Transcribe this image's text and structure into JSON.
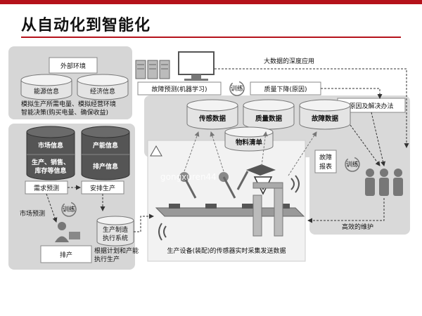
{
  "title": "从自动化到智能化",
  "labels": {
    "external_env": "外部环境",
    "energy_info": "能源信息",
    "economic_info": "经济信息",
    "sim_line1": "模拟生产所需电量、模拟经营环境",
    "sim_line2": "智能决策(购买电量、确保收益)",
    "market_info": "市场信息",
    "production_info": "产能信息",
    "sales_info_1": "生产、销售、",
    "sales_info_2": "库存等信息",
    "schedule_info": "排产信息",
    "demand_forecast": "需求预测",
    "arrange_production": "安排生产",
    "market_forecast": "市场预测",
    "train": "训练",
    "mes_1": "生产制造",
    "mes_2": "执行系统",
    "scheduling": "排产",
    "plan_exec_1": "根据计划和产能",
    "plan_exec_2": "执行生产",
    "big_data_app": "大数据的深度应用",
    "fault_prediction": "故障预测(机器学习)",
    "quality_drop": "质量下降(原因)",
    "cause_solution": "原因及解决办法",
    "sensor_data": "传感数据",
    "quality_data": "质量数据",
    "fault_data": "故障数据",
    "bom": "物料清单",
    "fault_report_1": "故障",
    "fault_report_2": "报表",
    "efficient_maint": "高效的维护",
    "sensor_caption": "生产设备(装配)的传感器实时采集发送数据",
    "watermark": "gongxuren44"
  },
  "colors": {
    "brand_red": "#b5121b",
    "panel_gray": "#d6d6d6",
    "panel_dark": "#bdbdbd",
    "db_dark": "#555555",
    "db_light": "#e4e4e4"
  }
}
